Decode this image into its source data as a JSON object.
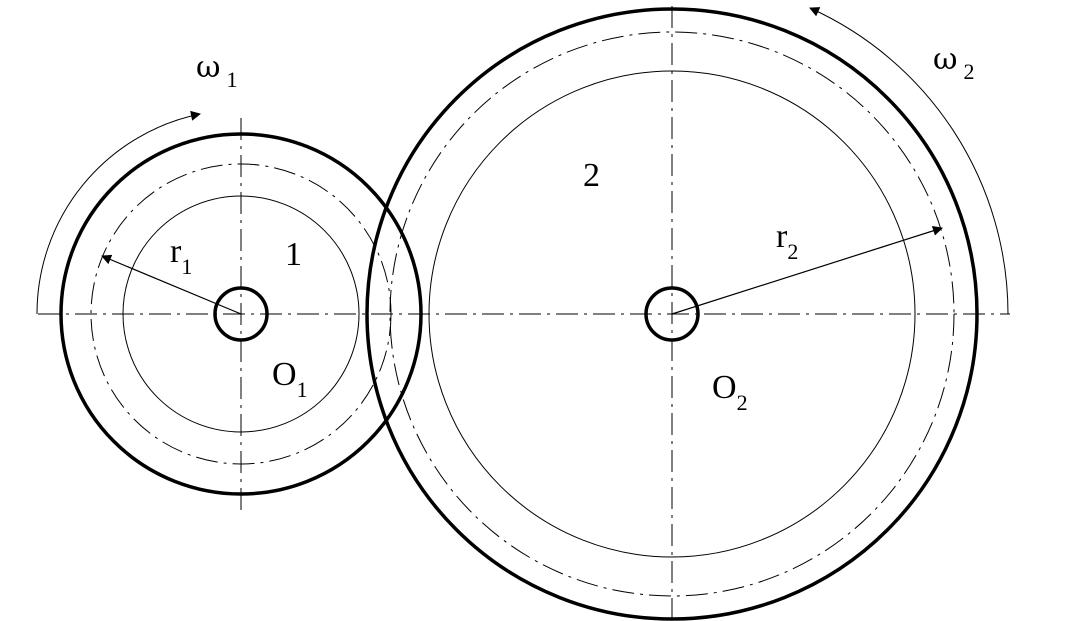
{
  "gear1": {
    "number": "1",
    "center_base": "O",
    "center_sub": "1",
    "radius_base": "r",
    "radius_sub": "1",
    "omega_base": "ω",
    "omega_sub": "1"
  },
  "gear2": {
    "number": "2",
    "center_base": "O",
    "center_sub": "2",
    "radius_base": "r",
    "radius_sub": "2",
    "omega_base": "ω",
    "omega_sub": "2"
  },
  "colors": {
    "line": "#000000",
    "background": "#ffffff"
  }
}
